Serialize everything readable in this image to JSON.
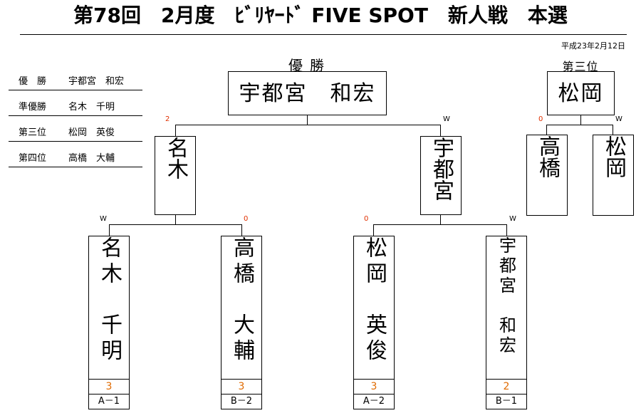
{
  "title": "第78回　2月度　ﾋﾞﾘﾔｰﾄﾞ FIVE SPOT　新人戦　本選",
  "date": "平成23年2月12日",
  "results": [
    {
      "rank": "優　勝",
      "name": "宇都宮　和宏"
    },
    {
      "rank": "準優勝",
      "name": "名木　千明"
    },
    {
      "rank": "第三位",
      "name": "松岡　英俊"
    },
    {
      "rank": "第四位",
      "name": "高橋　大輔"
    }
  ],
  "final": {
    "heading": "優勝",
    "winner": "宇都宮　和宏",
    "left": {
      "name": "名木",
      "score": "2"
    },
    "right": {
      "name": "宇都宮",
      "score": "W"
    }
  },
  "third_place": {
    "heading": "第三位",
    "winner": "松岡",
    "left": {
      "name": "高橋",
      "score": "0"
    },
    "right": {
      "name": "松岡",
      "score": "W"
    }
  },
  "first_round": [
    {
      "name": "名木　千明",
      "mark": "W",
      "score": "3",
      "seed": "A－1"
    },
    {
      "name": "高橋　大輔",
      "mark": "0",
      "score": "3",
      "seed": "B－2"
    },
    {
      "name": "松岡　英俊",
      "mark": "0",
      "score": "3",
      "seed": "A－2"
    },
    {
      "name": "宇都宮　和宏",
      "mark": "W",
      "score": "2",
      "seed": "B－1"
    }
  ],
  "colors": {
    "score_mark": "#e03000",
    "player_score": "#e06a00"
  }
}
